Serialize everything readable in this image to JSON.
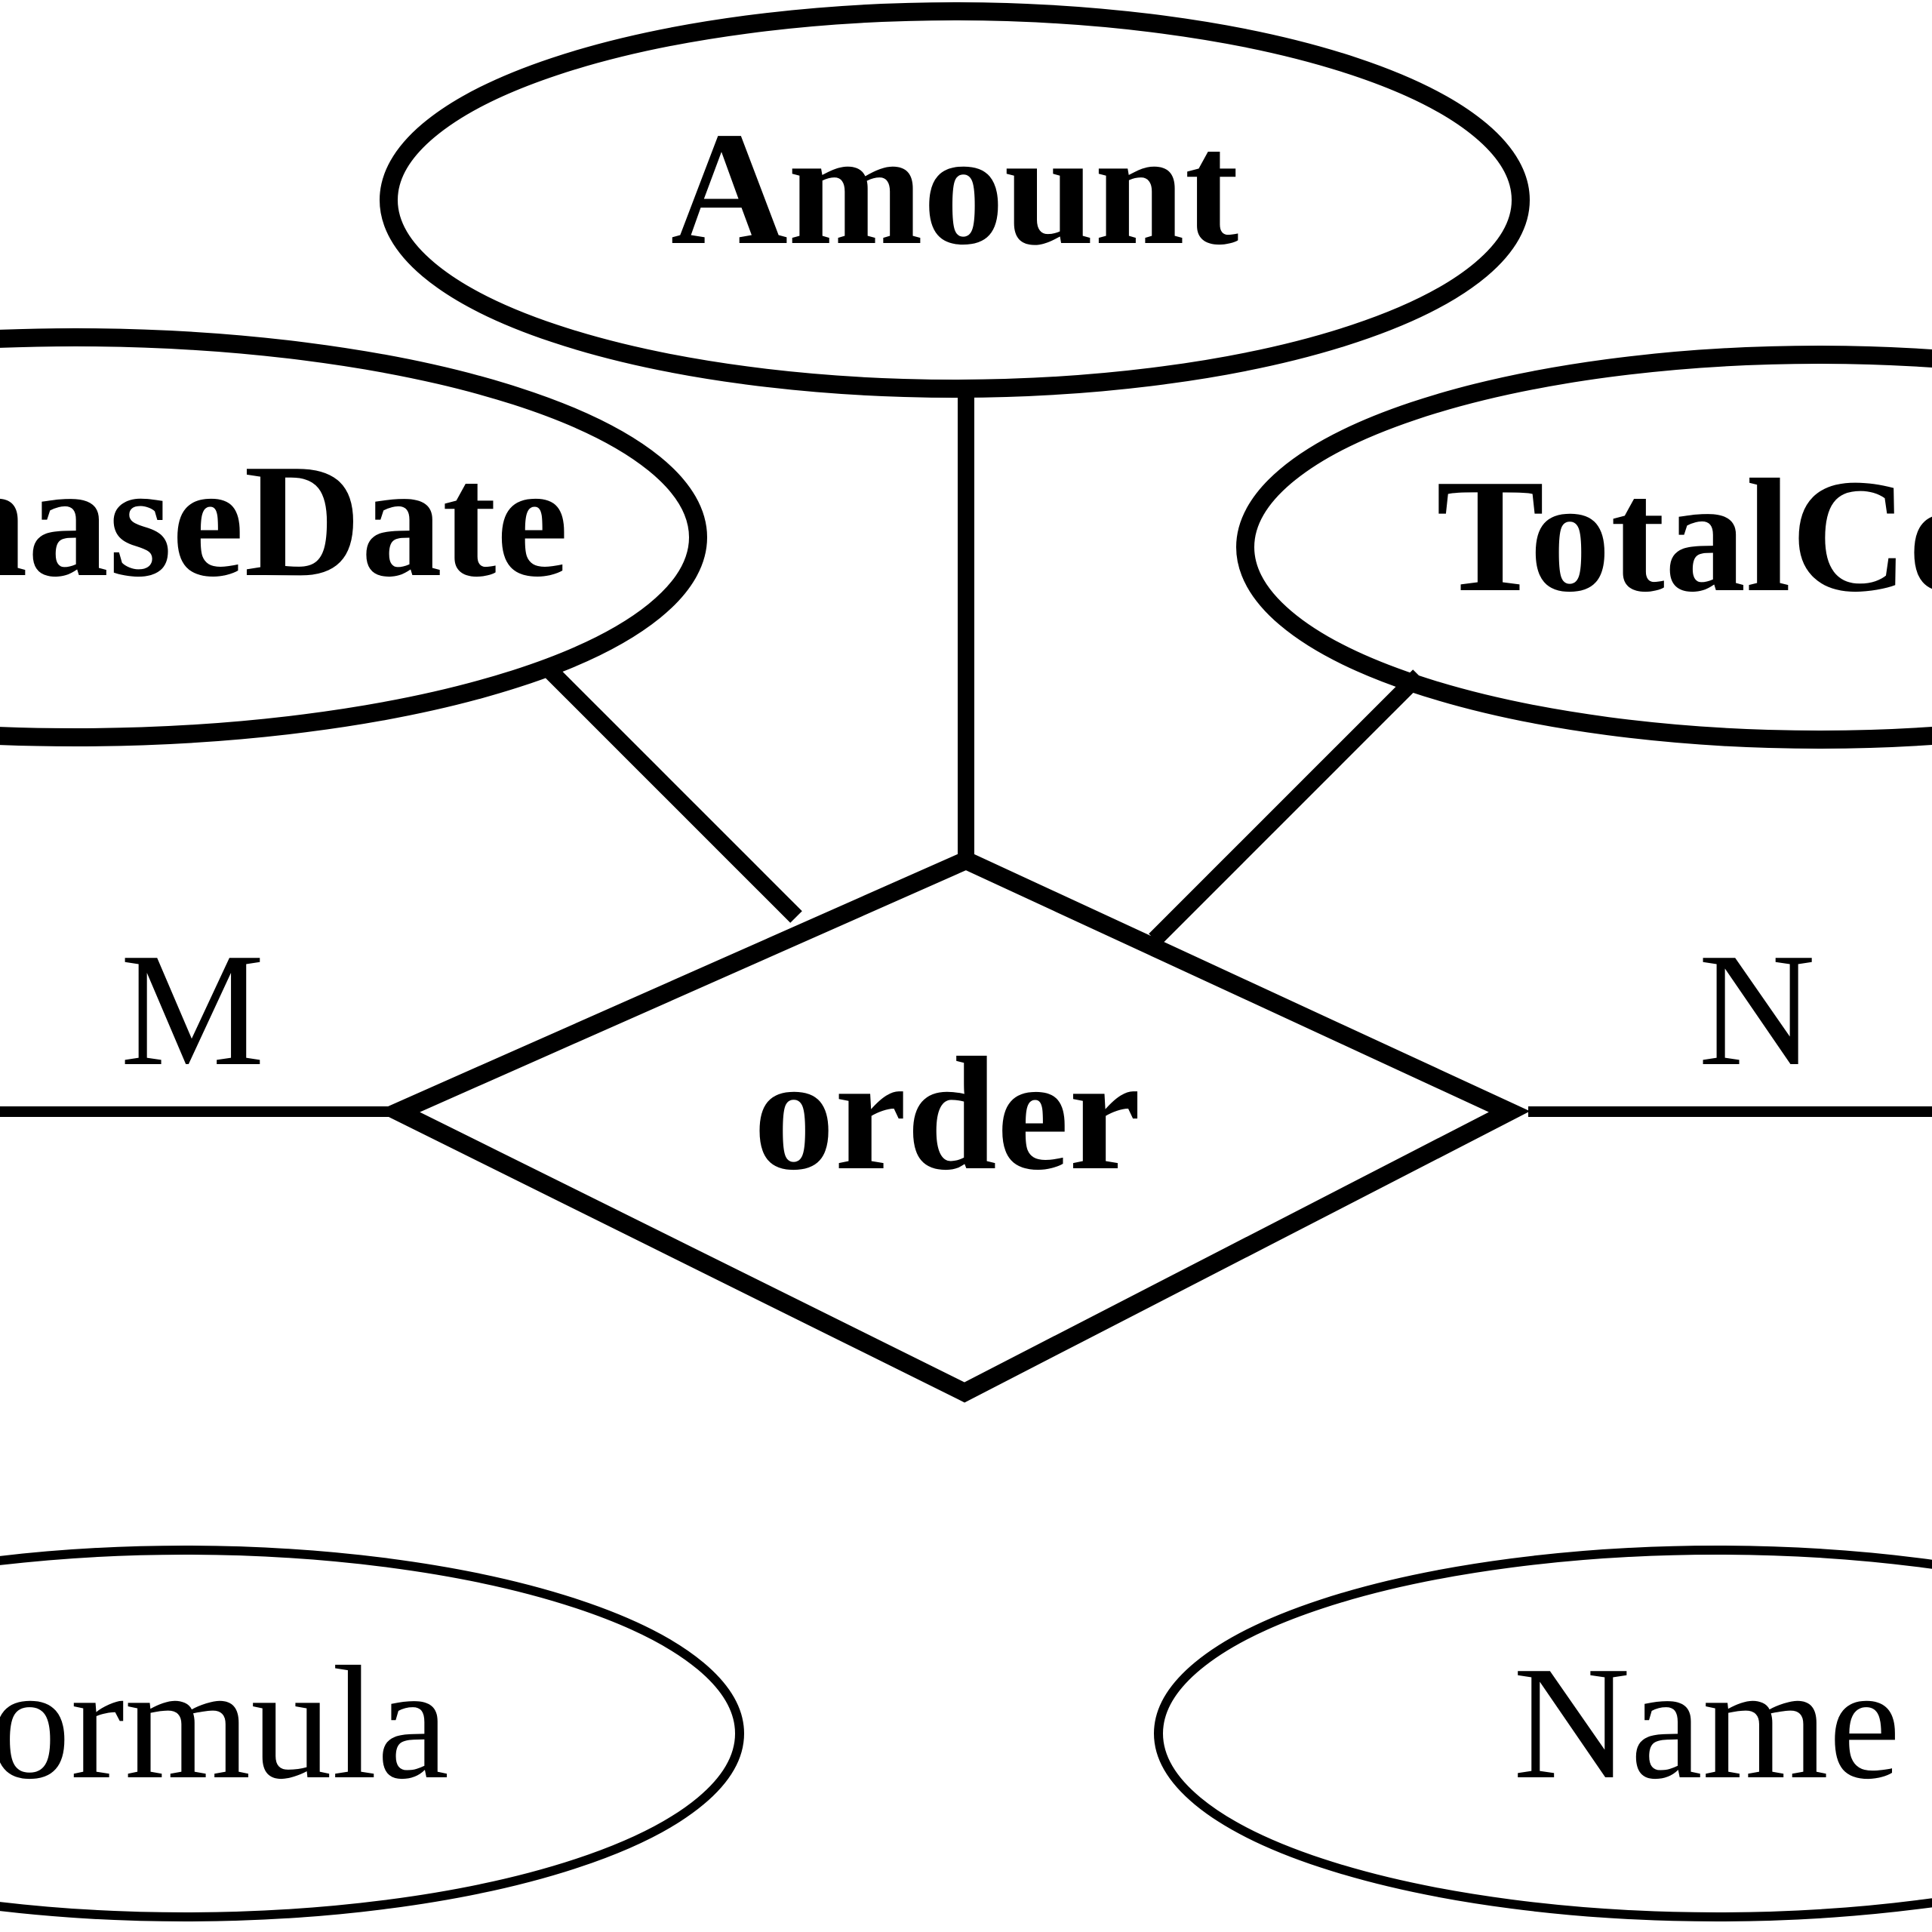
{
  "attributes": {
    "amount": "Amount",
    "purchase_date": "PurchaseDate",
    "total_cost": "TotalCost",
    "formula": "Formula",
    "name": "Name"
  },
  "relationship": {
    "label": "order"
  },
  "cardinality": {
    "left": "M",
    "right": "N"
  }
}
